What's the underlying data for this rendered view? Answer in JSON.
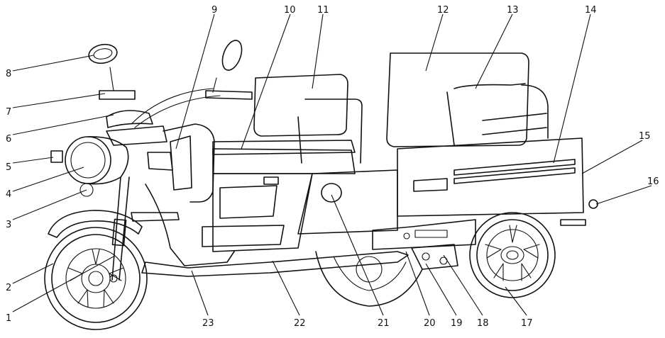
{
  "diagram": {
    "callouts": [
      {
        "id": "1",
        "label": "1"
      },
      {
        "id": "2",
        "label": "2"
      },
      {
        "id": "3",
        "label": "3"
      },
      {
        "id": "4",
        "label": "4"
      },
      {
        "id": "5",
        "label": "5"
      },
      {
        "id": "6",
        "label": "6"
      },
      {
        "id": "7",
        "label": "7"
      },
      {
        "id": "8",
        "label": "8"
      },
      {
        "id": "9",
        "label": "9"
      },
      {
        "id": "10",
        "label": "10"
      },
      {
        "id": "11",
        "label": "11"
      },
      {
        "id": "12",
        "label": "12"
      },
      {
        "id": "13",
        "label": "13"
      },
      {
        "id": "14",
        "label": "14"
      },
      {
        "id": "15",
        "label": "15"
      },
      {
        "id": "16",
        "label": "16"
      },
      {
        "id": "17",
        "label": "17"
      },
      {
        "id": "18",
        "label": "18"
      },
      {
        "id": "19",
        "label": "19"
      },
      {
        "id": "20",
        "label": "20"
      },
      {
        "id": "21",
        "label": "21"
      },
      {
        "id": "22",
        "label": "22"
      },
      {
        "id": "23",
        "label": "23"
      }
    ],
    "line_color": "#111111",
    "background": "#ffffff"
  }
}
